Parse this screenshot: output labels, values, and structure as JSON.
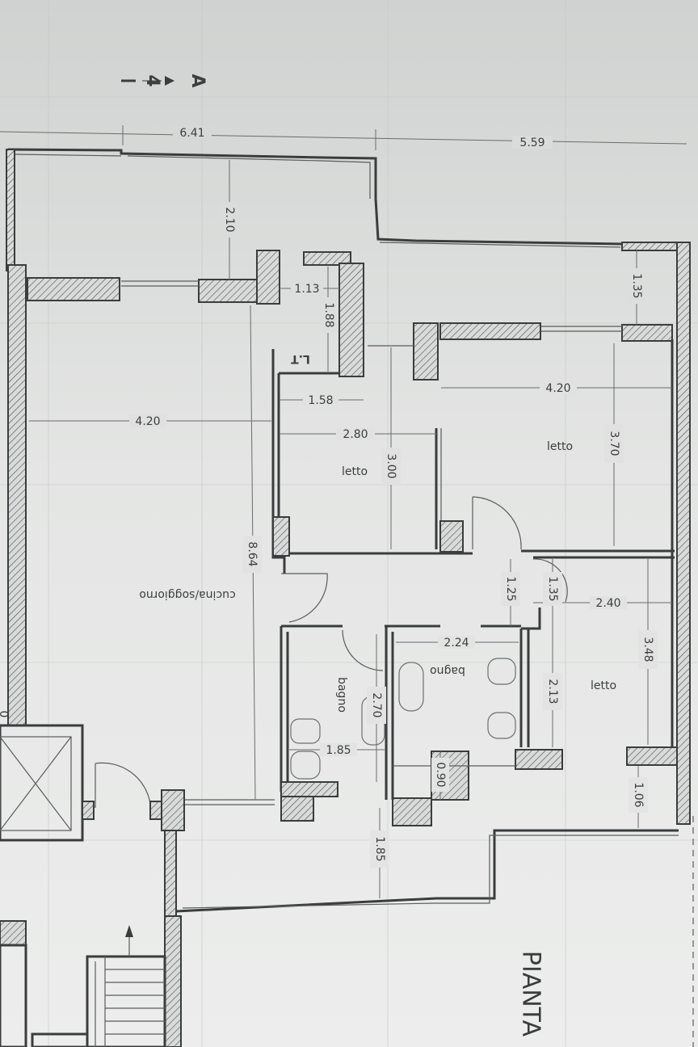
{
  "section": {
    "letter": "A",
    "number": "4"
  },
  "dimensions": {
    "top_left": "6.41",
    "top_right": "5.59",
    "balcony_depth": "2.10",
    "closet_width": "1.13",
    "closet_depth": "1.88",
    "right_alcove": "1.35",
    "living_width": "4.20",
    "bed1_short": "1.58",
    "bed1_width": "2.80",
    "bed1_depth": "3.00",
    "bed2_width": "4.20",
    "bed2_depth": "3.70",
    "living_depth": "8.64",
    "hall_a": "1.25",
    "hall_b": "1.35",
    "bed3_width": "2.40",
    "bed3_depth": "3.48",
    "bath2_width": "2.24",
    "bath2_depth": "2.13",
    "bath1_depth": "2.70",
    "bath1_width": "1.85",
    "bath2_step": "0.90",
    "lower_right": "1.06",
    "lower_balcony": "1.85"
  },
  "rooms": {
    "closet_label": "L.T",
    "bed1": "letto",
    "bed2": "letto",
    "bed3": "letto",
    "living": "cucina/soggiorno",
    "bath1": "bagno",
    "bath2": "bagno"
  },
  "title_fragment": "PIANTA",
  "partial_left_label": "0"
}
